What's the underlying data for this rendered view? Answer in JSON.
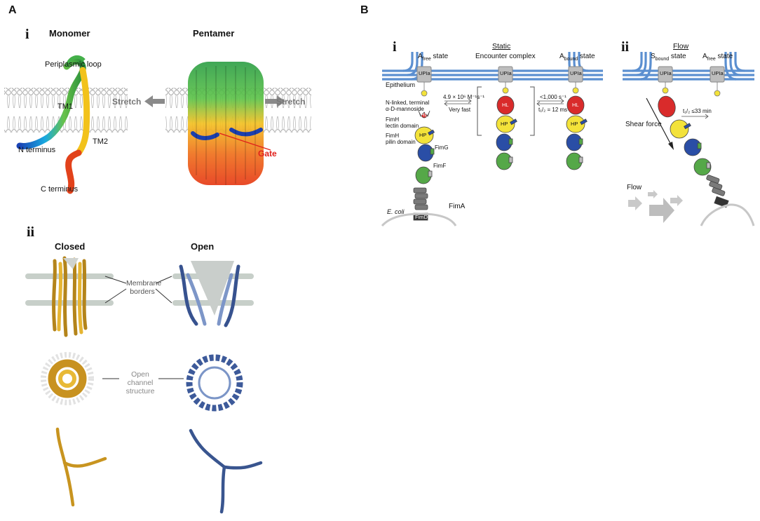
{
  "panel_a": {
    "letter": "A",
    "part_i": {
      "roman": "i",
      "monomer_title": "Monomer",
      "pentamer_title": "Pentamer",
      "periplasmic_loop": "Periplasmic loop",
      "tm1": "TM1",
      "tm2": "TM2",
      "n_terminus": "N terminus",
      "c_terminus": "C terminus",
      "stretch_left": "Stretch",
      "stretch_right": "Stretch",
      "gate": "Gate"
    },
    "part_ii": {
      "roman": "ii",
      "closed_title": "Closed",
      "open_title": "Open",
      "membrane_borders": "Membrane\nborders",
      "open_channel_structure": "Open channel\nstructure"
    }
  },
  "panel_b": {
    "letter": "B",
    "part_i": {
      "roman": "i",
      "title": "Static",
      "a_free_state": "A",
      "a_free_sub": "free",
      "a_free_rest": " state",
      "encounter_complex": "Encounter complex",
      "a_bound_state": "A",
      "a_bound_sub": "bound",
      "a_bound_rest": " state",
      "epithelium": "Epithelium",
      "upla": "UPIa",
      "n_linked": "N-linked, terminal\nα-D-mannoside",
      "fimhl": "FimH\nlectin domain",
      "fimhp": "FimH\npilin domain",
      "fimg": "FimG",
      "fimf": "FimF",
      "fima": "FimA",
      "fimd": "FimD",
      "ecoli": "E. coli",
      "rate_on": "4.9 × 10⁶ M⁻¹s⁻¹",
      "very_fast": "Very fast",
      "rate_off": "<1,000 s⁻¹",
      "t_half": "t₁/₂ = 12 ms",
      "hl": "HL",
      "hp": "HP"
    },
    "part_ii": {
      "roman": "ii",
      "title": "Flow",
      "s_bound_state": "S",
      "s_bound_sub": "bound",
      "s_bound_rest": " state",
      "a_free_state": "A",
      "a_free_sub": "free",
      "a_free_rest": " state",
      "shear_force": "Shear force",
      "t_half": "t₁/₂ ≤33 min",
      "flow": "Flow",
      "upla": "UPIa"
    }
  },
  "colors": {
    "membrane_blue": "#5b8fd0",
    "gate_red": "#e0201b",
    "gold": "#d9a423",
    "slate_blue": "#3f5f9e",
    "fim_red": "#d92b2b",
    "fim_yellow": "#f3e23a",
    "fim_blue": "#2a4ea6",
    "fim_green": "#55a848",
    "grey_box": "#bdbdbd"
  }
}
